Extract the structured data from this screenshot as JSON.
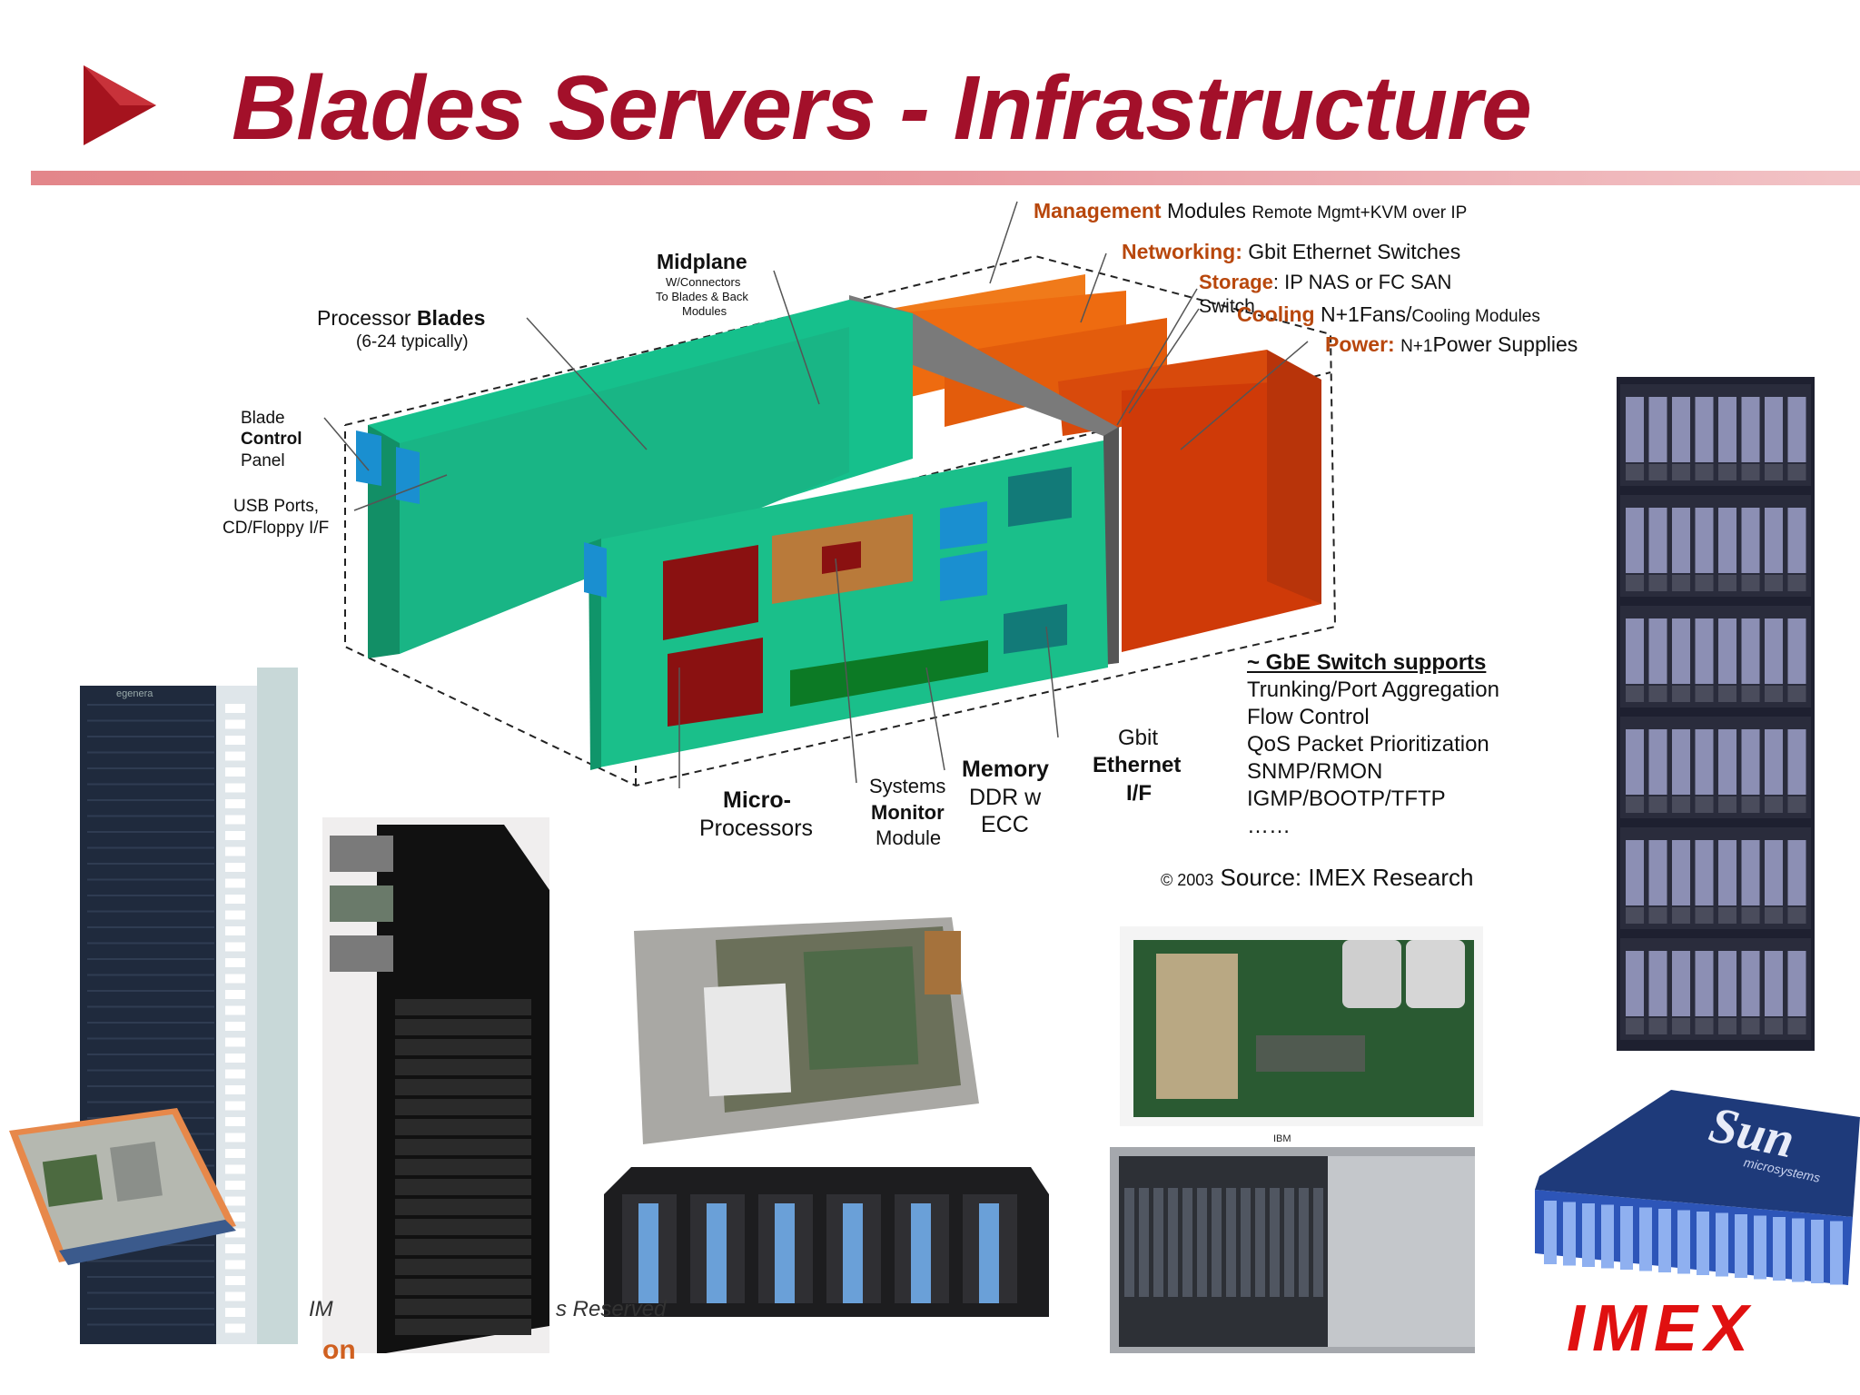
{
  "title": "Blades Servers - Infrastructure",
  "labels": {
    "processor_blades": "Processor",
    "processor_blades_bold": "Blades",
    "processor_sub": "(6-24 typically)",
    "midplane": "Midplane",
    "midplane_sub1": "W/Connectors",
    "midplane_sub2": "To Blades & Back",
    "midplane_sub3": "Modules",
    "blade": "Blade",
    "control": "Control",
    "panel": "Panel",
    "usb1": "USB Ports,",
    "usb2": "CD/Floppy I/F",
    "mgmt_bold": "Management",
    "mgmt_rest": "Modules",
    "mgmt_small": "Remote Mgmt+KVM over IP",
    "net_bold": "Networking:",
    "net_rest": "Gbit Ethernet Switches",
    "storage_bold": "Storage",
    "storage_rest": ": IP NAS or FC SAN",
    "switch": "Switch",
    "cooling_bold": "Cooling",
    "cooling_rest": "N+1Fans/",
    "cooling_small": "Cooling Modules",
    "power_bold": "Power:",
    "power_small": "N+1",
    "power_rest": "Power Supplies",
    "micro1": "Micro-",
    "micro2": "Processors",
    "sys1": "Systems",
    "sys2": "Monitor",
    "sys3": "Module",
    "mem1": "Memory",
    "mem2": "DDR w",
    "mem3": "ECC",
    "gbit1": "Gbit",
    "gbit2": "Ethernet",
    "gbit3": "I/F"
  },
  "gbe": {
    "heading": "~ GbE Switch supports",
    "items": [
      "Trunking/Port Aggregation",
      "Flow Control",
      "QoS Packet Prioritization",
      "SNMP/RMON",
      "IGMP/BOOTP/TFTP",
      "……"
    ]
  },
  "source": {
    "copyright": "© 2003",
    "label": "Source:",
    "name": "IMEX Research"
  },
  "footer": {
    "frag1": "IM",
    "frag2": "s Reserved",
    "frag3": "on"
  },
  "logos": {
    "imex": "IMEX",
    "sun": "Sun",
    "sun_sub": "microsystems",
    "ibm": "IBM",
    "egenera": "egenera"
  },
  "colors": {
    "title": "#a3102a",
    "label_orange": "#b8470c",
    "blade_green": "#1abf8a",
    "module_orange": "#e8640c"
  }
}
